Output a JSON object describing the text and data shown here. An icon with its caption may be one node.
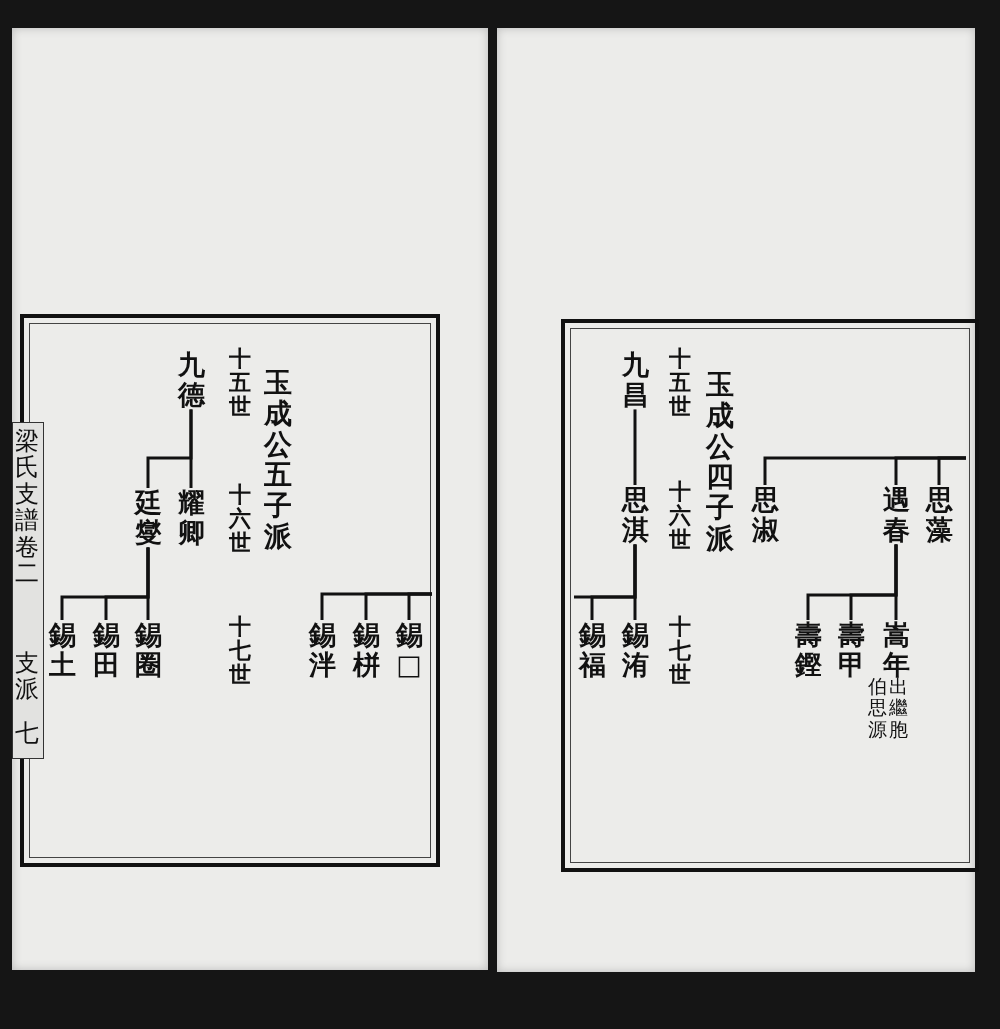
{
  "diagram": {
    "nodes": [
      {
        "text": [
          "九德"
        ]
      },
      {
        "text": [
          "耀卿"
        ]
      },
      {
        "text": [
          "廷燮"
        ]
      },
      {
        "text": [
          "錫圈"
        ]
      },
      {
        "text": [
          "錫田"
        ]
      },
      {
        "text": [
          "錫土"
        ]
      },
      {
        "text": [
          "錫□"
        ]
      },
      {
        "text": [
          "錫栟"
        ]
      },
      {
        "text": [
          "錫泮"
        ]
      },
      {
        "text": [
          "九昌"
        ]
      },
      {
        "text": [
          "思淇"
        ]
      },
      {
        "text": [
          "錫洧"
        ]
      },
      {
        "text": [
          "錫福"
        ]
      },
      {
        "text": [
          "思藻"
        ]
      },
      {
        "text": [
          "遇春"
        ]
      },
      {
        "text": [
          "思淑"
        ]
      },
      {
        "text": [
          "嵩年"
        ],
        "beside": [
          "出繼胞伯思源"
        ]
      },
      {
        "text": [
          "壽甲"
        ]
      },
      {
        "text": [
          "壽鏗"
        ]
      }
    ],
    "edges": [
      {
        "from": 0,
        "to": 1,
        "arrow": "none"
      },
      {
        "from": 0,
        "to": 2,
        "arrow": "none"
      },
      {
        "from": 2,
        "to": 3,
        "arrow": "none"
      },
      {
        "from": 2,
        "to": 4,
        "arrow": "none"
      },
      {
        "from": 2,
        "to": 5,
        "arrow": "none"
      },
      {
        "from": null,
        "to": 6,
        "arrow": "none"
      },
      {
        "from": null,
        "to": 7,
        "arrow": "none"
      },
      {
        "from": null,
        "to": 8,
        "arrow": "none"
      },
      {
        "from": 9,
        "to": 10,
        "arrow": "none"
      },
      {
        "from": 10,
        "to": 11,
        "arrow": "none"
      },
      {
        "from": 10,
        "to": 12,
        "arrow": "none"
      },
      {
        "from": 10,
        "to": null,
        "arrow": "none"
      },
      {
        "from": null,
        "to": 13,
        "arrow": "none"
      },
      {
        "from": null,
        "to": 14,
        "arrow": "none"
      },
      {
        "from": null,
        "to": 15,
        "arrow": "none"
      },
      {
        "from": 14,
        "to": 16,
        "arrow": "none"
      },
      {
        "from": 14,
        "to": 17,
        "arrow": "none"
      },
      {
        "from": 14,
        "to": 18,
        "arrow": "none"
      }
    ],
    "labels": [
      "十五世",
      "玉成公五子派",
      "十六世",
      "十七世",
      "梁氏支譜卷二",
      "支派",
      "七",
      "十五世",
      "玉成公四子派",
      "十六世",
      "十七世"
    ]
  }
}
